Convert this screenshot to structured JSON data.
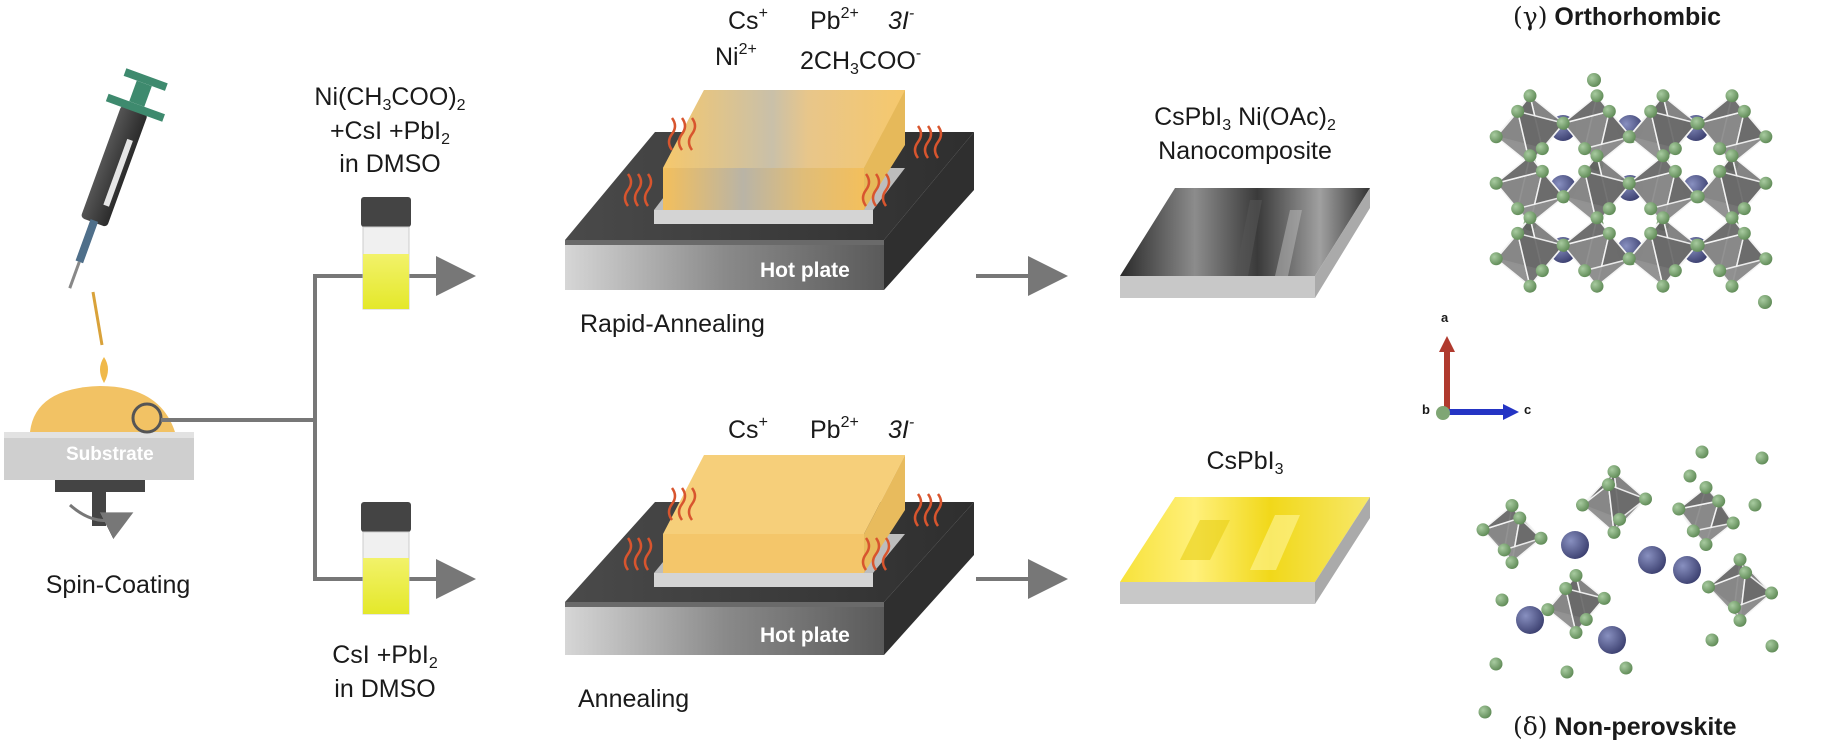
{
  "steps": {
    "spin_coating": "Spin-Coating",
    "substrate": "Substrate",
    "rapid_annealing": "Rapid-Annealing",
    "annealing": "Annealing",
    "hot_plate_top": "Hot plate",
    "hot_plate_bottom": "Hot plate"
  },
  "solutions": {
    "top": {
      "line1_a": "Ni(CH",
      "line1_sub1": "3",
      "line1_b": "COO)",
      "line1_sub2": "2",
      "line2_a": "+CsI +PbI",
      "line2_sub": "2",
      "line3": "in DMSO"
    },
    "bottom": {
      "line1_a": "CsI +PbI",
      "line1_sub": "2",
      "line2": "in DMSO"
    }
  },
  "ions": {
    "top": {
      "cs": "Cs",
      "cs_charge": "+",
      "pb": "Pb",
      "pb_charge": "2+",
      "i_coef": "3I",
      "i_charge": "-",
      "ni": "Ni",
      "ni_charge": "2+",
      "ac_a": "2CH",
      "ac_sub": "3",
      "ac_b": "COO",
      "ac_charge": "-"
    },
    "bottom": {
      "cs": "Cs",
      "cs_charge": "+",
      "pb": "Pb",
      "pb_charge": "2+",
      "i_coef": "3I",
      "i_charge": "-"
    }
  },
  "products": {
    "top": {
      "line1_a": "CsPbI",
      "line1_sub": "3",
      "line1_b": " Ni(OAc)",
      "line1_sub2": "2",
      "line2": "Nanocomposite"
    },
    "bottom": {
      "a": "CsPbI",
      "sub": "3"
    }
  },
  "structures": {
    "top_symbol": "(γ)",
    "top_name": "Orthorhombic",
    "bottom_symbol": "(δ)",
    "bottom_name": "Non-perovskite",
    "axis_a": "a",
    "axis_b": "b",
    "axis_c": "c"
  },
  "colors": {
    "arrow": "#777777",
    "film_yellow": "#f5c86a",
    "product_yellow": "#f3e21c",
    "octahedron": "#6f6f6f",
    "cs_atom": "#4a4f80",
    "iodide_atom": "#7fa674",
    "heat_wave": "#d8552e",
    "axis_a": "#b03a2e",
    "axis_c": "#2434c4"
  }
}
